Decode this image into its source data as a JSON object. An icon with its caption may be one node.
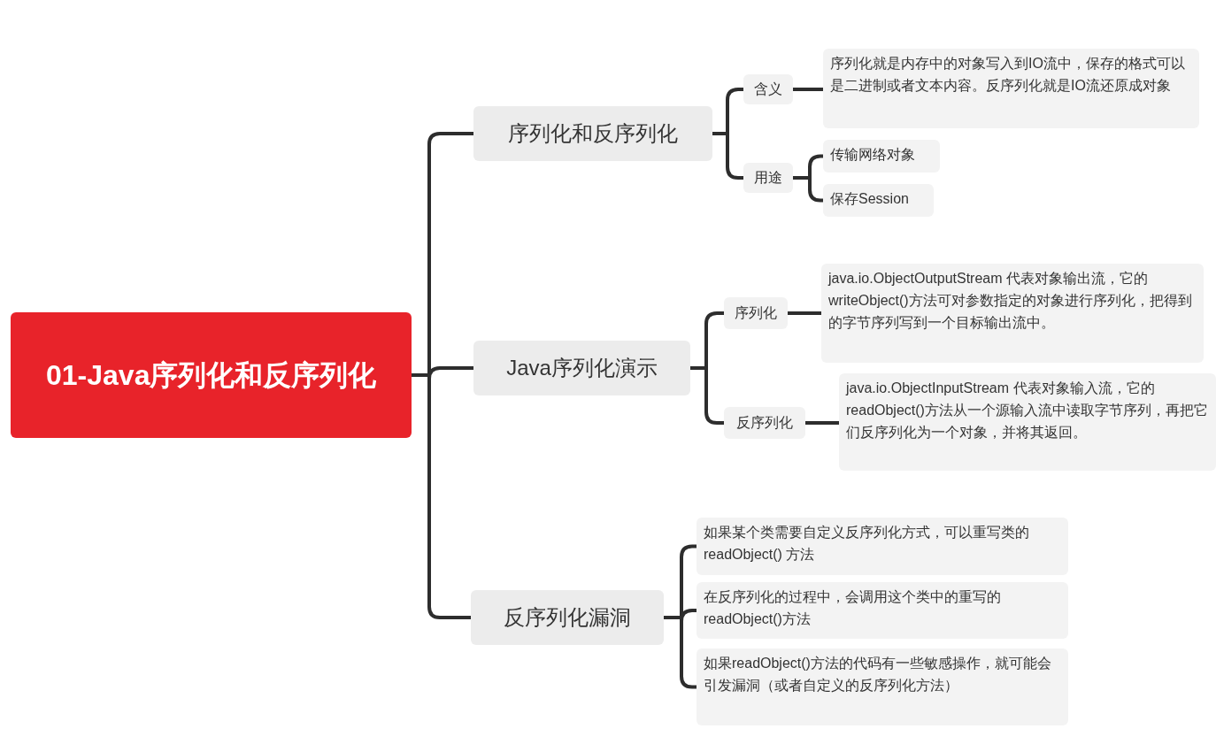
{
  "diagram": {
    "nodes": [
      {
        "text": [
          "01-Java序列化和反序列化"
        ]
      },
      {
        "text": [
          "序列化和反序列化"
        ]
      },
      {
        "text": [
          "含义"
        ]
      },
      {
        "text": [
          "序列化就是内存中的对象写入到IO流中，保存的格式可以是二进制或者文本内容。反序列化就是IO流还原成对象"
        ]
      },
      {
        "text": [
          "用途"
        ]
      },
      {
        "text": [
          "传输网络对象"
        ]
      },
      {
        "text": [
          "保存Session"
        ]
      },
      {
        "text": [
          "Java序列化演示"
        ]
      },
      {
        "text": [
          "序列化"
        ]
      },
      {
        "text": [
          "java.io.ObjectOutputStream 代表对象输出流，它的 writeObject()方法可对参数指定的对象进行序列化，把得到的字节序列写到一个目标输出流中。"
        ]
      },
      {
        "text": [
          "反序列化"
        ]
      },
      {
        "text": [
          "java.io.ObjectInputStream 代表对象输入流，它的readObject()方法从一个源输入流中读取字节序列，再把它们反序列化为一个对象，并将其返回。"
        ]
      },
      {
        "text": [
          "反序列化漏洞"
        ]
      },
      {
        "text": [
          "如果某个类需要自定义反序列化方式，可以重写类的 readObject() 方法"
        ]
      },
      {
        "text": [
          "在反序列化的过程中，会调用这个类中的重写的readObject()方法"
        ]
      },
      {
        "text": [
          "如果readObject()方法的代码有一些敏感操作，就可能会引发漏洞（或者自定义的反序列化方法）"
        ]
      }
    ],
    "edges": [
      {
        "from": 0,
        "to": 1,
        "arrow": "none"
      },
      {
        "from": 0,
        "to": 7,
        "arrow": "none"
      },
      {
        "from": 0,
        "to": 12,
        "arrow": "none"
      },
      {
        "from": 1,
        "to": 2,
        "arrow": "none"
      },
      {
        "from": 1,
        "to": 4,
        "arrow": "none"
      },
      {
        "from": 2,
        "to": 3,
        "arrow": "none"
      },
      {
        "from": 4,
        "to": 5,
        "arrow": "none"
      },
      {
        "from": 4,
        "to": 6,
        "arrow": "none"
      },
      {
        "from": 7,
        "to": 8,
        "arrow": "none"
      },
      {
        "from": 7,
        "to": 10,
        "arrow": "none"
      },
      {
        "from": 8,
        "to": 9,
        "arrow": "none"
      },
      {
        "from": 10,
        "to": 11,
        "arrow": "none"
      },
      {
        "from": 12,
        "to": 13,
        "arrow": "none"
      },
      {
        "from": 12,
        "to": 14,
        "arrow": "none"
      },
      {
        "from": 12,
        "to": 15,
        "arrow": "none"
      }
    ]
  }
}
